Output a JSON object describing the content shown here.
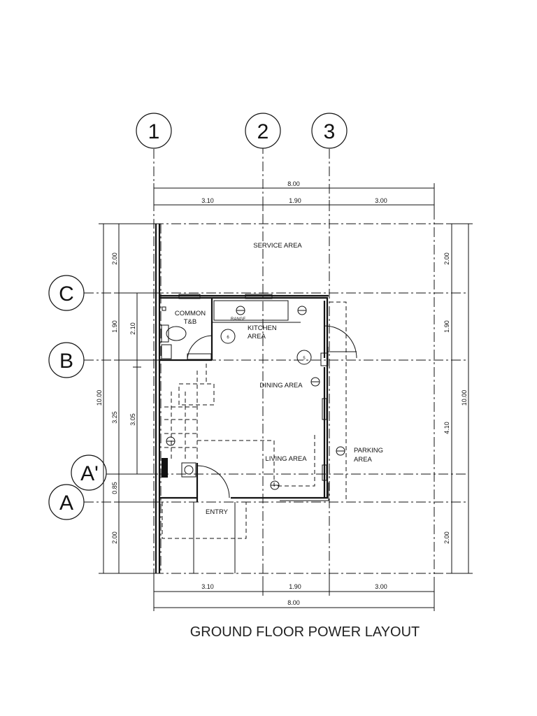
{
  "title": "GROUND FLOOR POWER LAYOUT",
  "grid_columns": [
    "1",
    "2",
    "3"
  ],
  "grid_rows": [
    "C",
    "B",
    "A'",
    "A"
  ],
  "dimensions": {
    "top_overall": "8.00",
    "top_segments": [
      "3.10",
      "1.90",
      "3.00"
    ],
    "bottom_segments": [
      "3.10",
      "1.90",
      "3.00"
    ],
    "bottom_overall": "8.00",
    "left_outer": "10.00",
    "left_segments": [
      "2.00",
      "1.90",
      "3.25",
      "0.85",
      "2.00"
    ],
    "left_inner": [
      "2.10",
      "3.05"
    ],
    "right_outer": "10.00",
    "right_segments": [
      "2.00",
      "1.90",
      "4.10",
      "2.00"
    ]
  },
  "rooms": {
    "service": "SERVICE AREA",
    "common_line1": "COMMON",
    "common_line2": "T&B",
    "kitchen_line1": "KITCHEN",
    "kitchen_line2": "AREA",
    "dining": "DINING AREA",
    "living": "LIVING AREA",
    "parking_line1": "PARKING",
    "parking_line2": "AREA",
    "entry": "ENTRY"
  },
  "fixtures": {
    "range": "RANGE",
    "circuit_kitchen": "6",
    "circuit_dining": "5"
  }
}
